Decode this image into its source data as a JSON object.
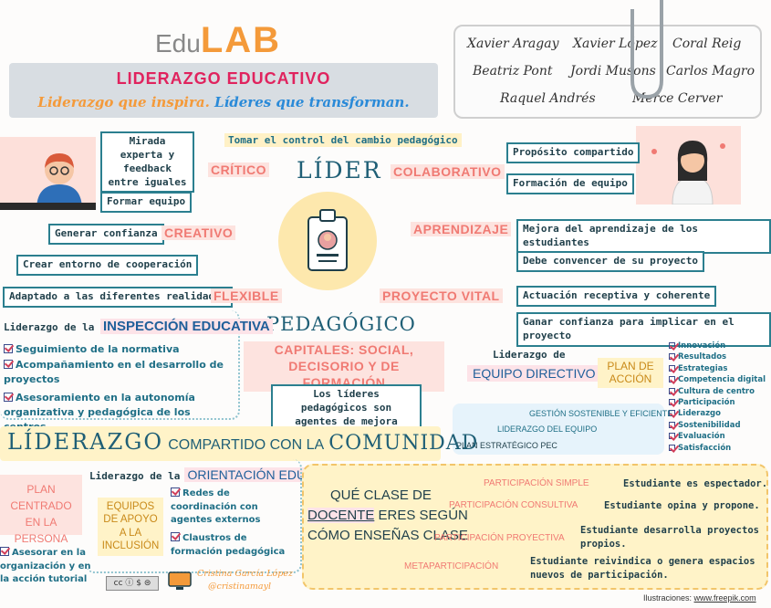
{
  "header": {
    "logo_edu": "Edu",
    "logo_lab": "LAB",
    "title": "LIDERAZGO EDUCATIVO",
    "slogan_part1": "Liderazgo que inspira.",
    "slogan_part2": "Líderes que transforman."
  },
  "authors": [
    "Xavier Aragay",
    "Xavier López",
    "Coral Reig",
    "Beatriz Pont",
    "Jordi Musons",
    "Carlos Magro",
    "Raquel Andrés",
    "Merce Cerver"
  ],
  "center": {
    "top_note": "Tomar el control del cambio pedagógico",
    "lider": "LÍDER",
    "pedagogico": "PEDAGÓGICO",
    "capitales": "CAPITALES: SOCIAL, DECISORIO Y DE FORMACIÓN",
    "agentes": "Los líderes pedagógicos son agentes de mejora"
  },
  "left_traits": {
    "critico": "CRÍTICO",
    "creativo": "CREATIVO",
    "flexible": "FLEXIBLE",
    "mirada": "Mirada experta y feedback entre iguales",
    "formar": "Formar equipo",
    "confianza": "Generar confianza",
    "cooperacion": "Crear entorno de cooperación",
    "adaptado": "Adaptado a las diferentes realidades"
  },
  "right_traits": {
    "colaborativo": "COLABORATIVO",
    "aprendizaje": "APRENDIZAJE",
    "proyecto_vital": "PROYECTO VITAL",
    "proposito": "Propósito compartido",
    "formacion": "Formación de equipo",
    "mejora": "Mejora del aprendizaje de los estudiantes",
    "convencer": "Debe convencer de su proyecto",
    "actuacion": "Actuación receptiva y coherente",
    "ganar": "Ganar confianza para implicar en el proyecto"
  },
  "inspeccion": {
    "prefix": "Liderazgo de la",
    "title": "INSPECCIÓN EDUCATIVA",
    "items": [
      "Seguimiento de la normativa",
      "Acompañamiento en el desarrollo de proyectos",
      "Asesoramiento en la autonomía organizativa y pedagógica de los centros."
    ]
  },
  "directivo": {
    "prefix": "Liderazgo de",
    "title": "EQUIPO DIRECTIVO",
    "plan": "PLAN DE ACCIÓN",
    "items": [
      "Innovación",
      "Resultados",
      "Estrategias",
      "Competencia digital",
      "Cultura de centro",
      "Participación",
      "Liderazgo",
      "Sostenibilidad",
      "Evaluación",
      "Satisfacción"
    ],
    "gestion": "GESTIÓN SOSTENIBLE Y EFICIENTE",
    "liderazgo_equipo": "LIDERAZGO DEL EQUIPO",
    "plan_pec": "PLAN ESTRATÉGICO PEC"
  },
  "comunidad": {
    "part1": "LÍDERAZGO",
    "part2": "COMPARTIDO CON LA",
    "part3": "COMUNIDAD"
  },
  "orientacion": {
    "plan_centrado": "PLAN CENTRADO EN LA PERSONA",
    "prefix": "Liderazgo de la",
    "title": "ORIENTACIÓN EDUCATIVA",
    "equipos": "EQUIPOS DE APOYO A LA INCLUSIÓN",
    "items": [
      "Redes de coordinación con agentes externos",
      "Claustros de formación pedagógica"
    ],
    "asesorar": "Asesorar en la organización y en la acción tutorial",
    "author": "Cristina García López",
    "handle": "@cristinamayl",
    "cc": "cc ⓘ $ ⊜"
  },
  "participacion": {
    "question": "QUÉ CLASE DE",
    "docente": "DOCENTE",
    "question2": "ERES SEGÚN",
    "question3": "CÓMO ENSEÑAS CLASE",
    "rows": [
      {
        "label": "PARTICIPACIÓN SIMPLE",
        "desc": "Estudiante es espectador."
      },
      {
        "label": "PARTICIPACIÓN CONSULTIVA",
        "desc": "Estudiante opina y propone."
      },
      {
        "label": "PARTICIPACIÓN PROYECTIVA",
        "desc": "Estudiante desarrolla proyectos propios."
      },
      {
        "label": "METAPARTICIPACIÓN",
        "desc": "Estudiante reivindica o genera espacios nuevos de participación."
      }
    ]
  },
  "footer": {
    "credit": "Ilustraciones:",
    "link": "www.freepik.com"
  },
  "colors": {
    "teal": "#1f6f86",
    "coral": "#f07a73",
    "orange": "#f49a3a",
    "blue": "#2a8ad8"
  }
}
